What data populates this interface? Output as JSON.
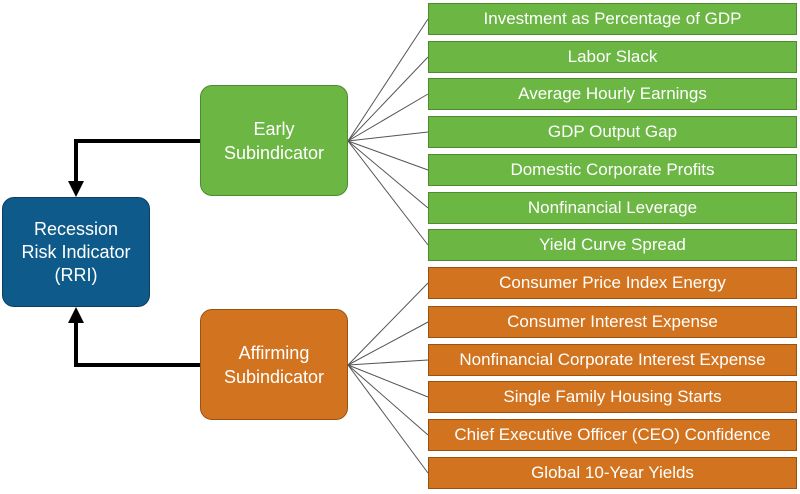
{
  "nodes": {
    "rri": {
      "label": "Recession\nRisk Indicator\n(RRI)"
    },
    "early": {
      "label": "Early\nSubindicator"
    },
    "affirming": {
      "label": "Affirming\nSubindicator"
    }
  },
  "early_indicators": [
    "Investment as Percentage of GDP",
    "Labor Slack",
    "Average Hourly Earnings",
    "GDP Output Gap",
    "Domestic Corporate Profits",
    "Nonfinancial Leverage",
    "Yield Curve Spread"
  ],
  "affirming_indicators": [
    "Consumer Price Index Energy",
    "Consumer Interest Expense",
    "Nonfinancial Corporate Interest Expense",
    "Single Family Housing Starts",
    "Chief Executive Officer (CEO) Confidence",
    "Global 10-Year Yields"
  ],
  "colors": {
    "rri": "#0e5a8a",
    "early": "#6cb644",
    "affirming": "#d2741f",
    "connector": "#000000"
  }
}
